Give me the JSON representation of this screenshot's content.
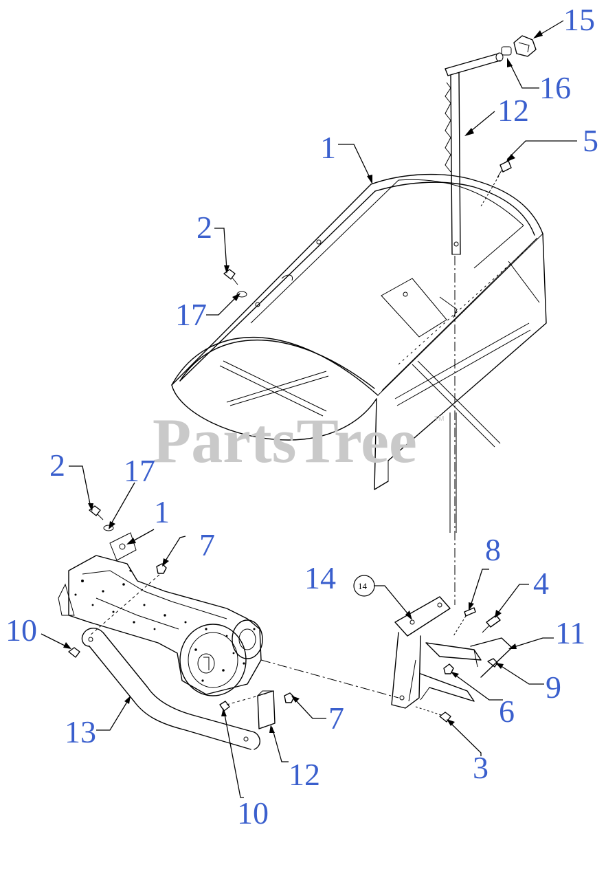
{
  "watermark": {
    "text": "PartsTree",
    "mark": "TM"
  },
  "callouts": [
    {
      "id": "c15",
      "label": "15"
    },
    {
      "id": "c16",
      "label": "16"
    },
    {
      "id": "c12a",
      "label": "12"
    },
    {
      "id": "c5",
      "label": "5"
    },
    {
      "id": "c1a",
      "label": "1"
    },
    {
      "id": "c2a",
      "label": "2"
    },
    {
      "id": "c17a",
      "label": "17"
    },
    {
      "id": "c2b",
      "label": "2"
    },
    {
      "id": "c17b",
      "label": "17"
    },
    {
      "id": "c1b",
      "label": "1"
    },
    {
      "id": "c7a",
      "label": "7"
    },
    {
      "id": "c8",
      "label": "8"
    },
    {
      "id": "c4",
      "label": "4"
    },
    {
      "id": "c14",
      "label": "14"
    },
    {
      "id": "c14circle",
      "label": "14"
    },
    {
      "id": "c11",
      "label": "11"
    },
    {
      "id": "c10a",
      "label": "10"
    },
    {
      "id": "c9",
      "label": "9"
    },
    {
      "id": "c6",
      "label": "6"
    },
    {
      "id": "c7b",
      "label": "7"
    },
    {
      "id": "c13",
      "label": "13"
    },
    {
      "id": "c3",
      "label": "3"
    },
    {
      "id": "c12b",
      "label": "12"
    },
    {
      "id": "c10b",
      "label": "10"
    }
  ]
}
